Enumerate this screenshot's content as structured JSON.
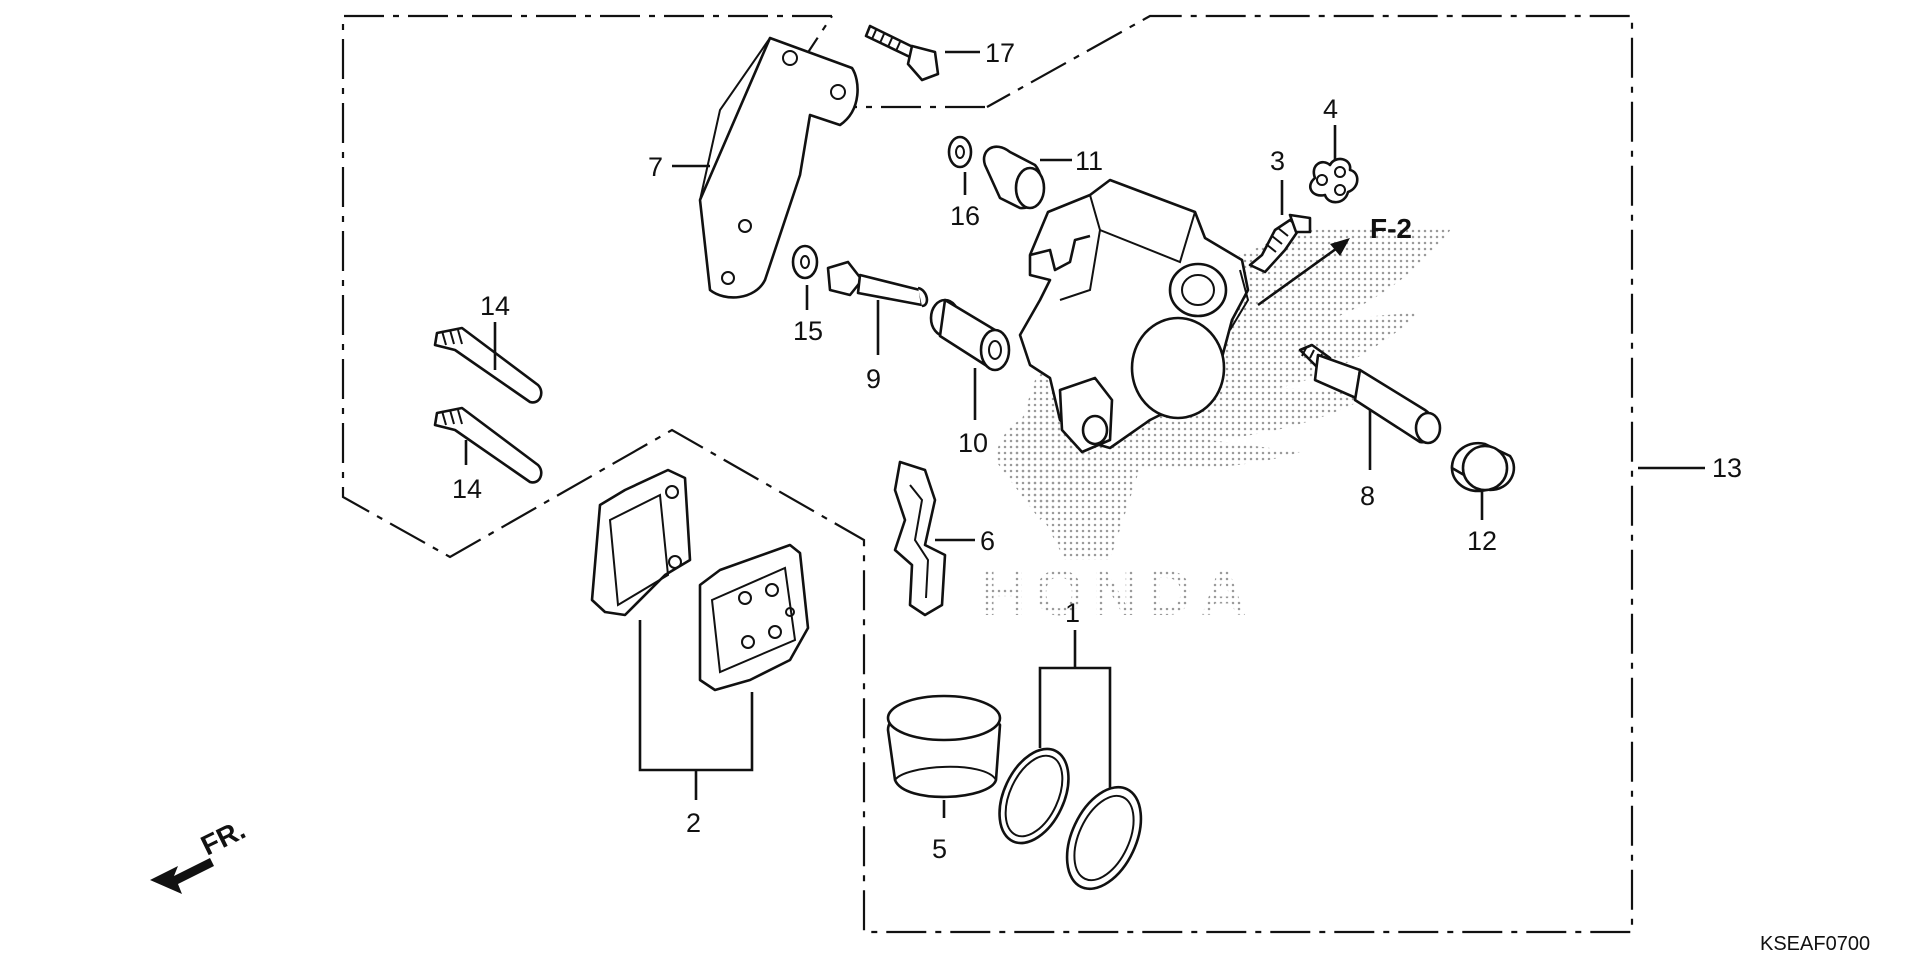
{
  "diagram": {
    "brand_logo": "HONDA",
    "diagram_code": "KSEAF0700",
    "reference": "F-2",
    "front_marker": "FR.",
    "callouts": {
      "c1": "1",
      "c2": "2",
      "c3": "3",
      "c4": "4",
      "c5": "5",
      "c6": "6",
      "c7": "7",
      "c8": "8",
      "c9": "9",
      "c10": "10",
      "c11": "11",
      "c12": "12",
      "c13": "13",
      "c14a": "14",
      "c14b": "14",
      "c15": "15",
      "c16": "16",
      "c17": "17"
    }
  },
  "colors": {
    "line": "#111111",
    "background": "#ffffff",
    "logo_dots": "#999999"
  }
}
